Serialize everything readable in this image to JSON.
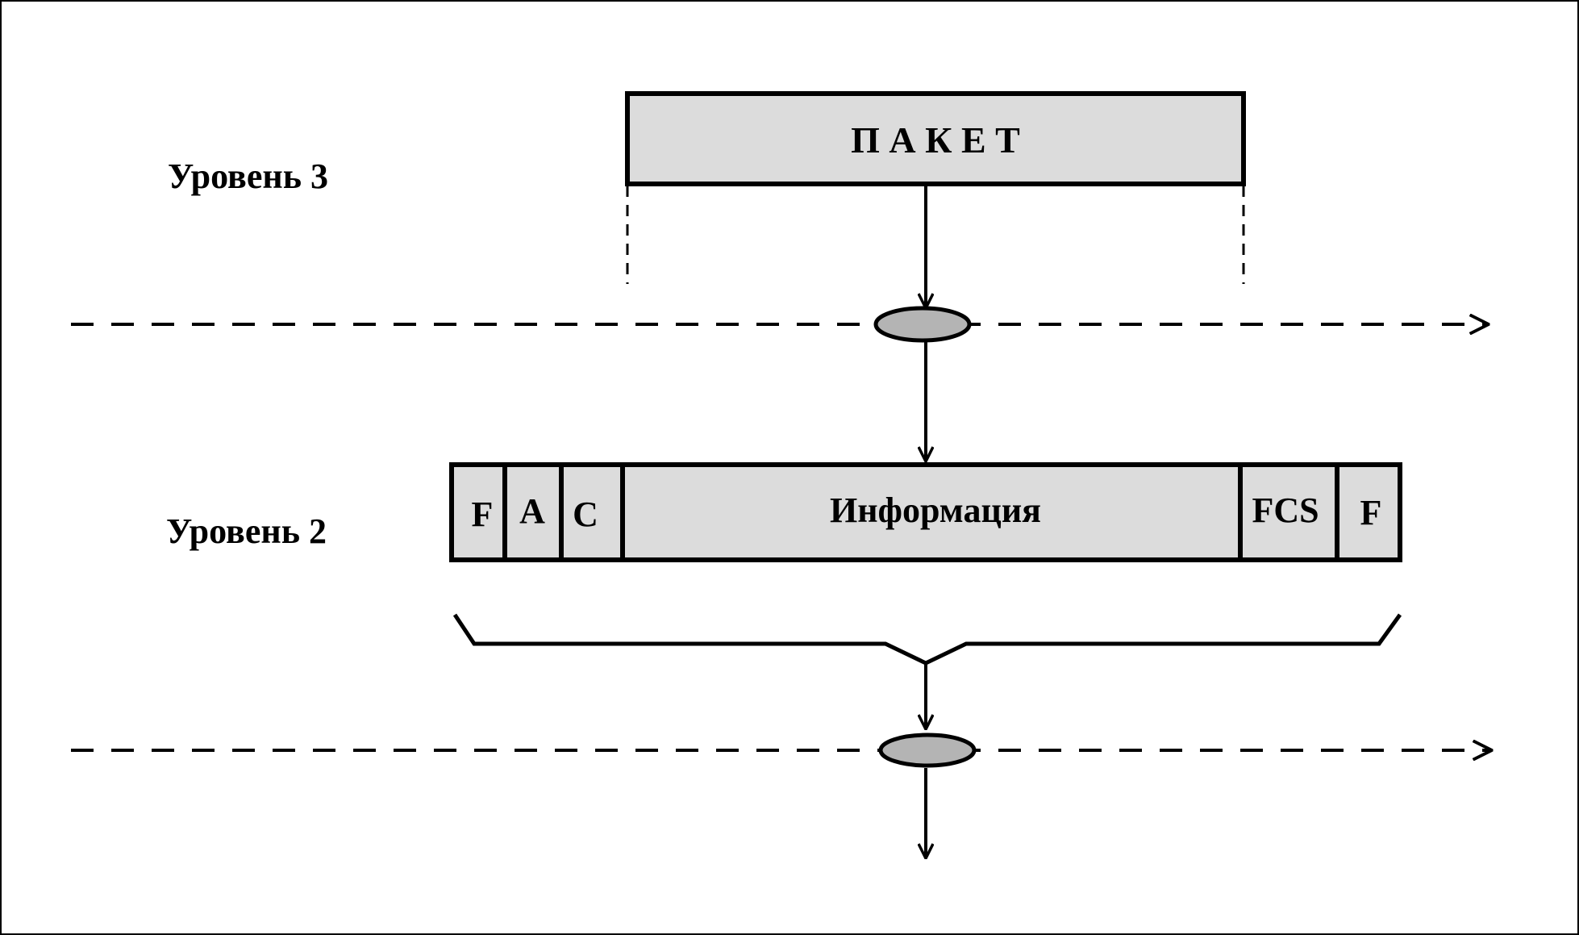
{
  "level3": {
    "label": "Уровень 3",
    "packet_label": "П А К Е Т"
  },
  "level2": {
    "label": "Уровень 2",
    "frame_fields": {
      "flag_start": "F",
      "address": "A",
      "control": "C",
      "information": "Информация",
      "fcs": "FCS",
      "flag_end": "F"
    }
  },
  "colors": {
    "box_fill": "#dcdcdc",
    "ellipse_fill": "#b4b4b4",
    "stroke": "#000000",
    "background": "#ffffff"
  }
}
